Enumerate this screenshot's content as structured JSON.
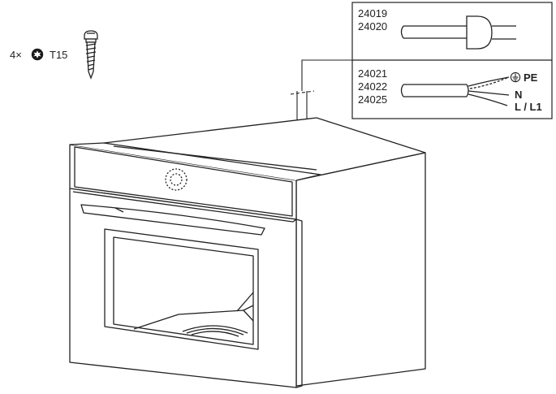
{
  "fastener": {
    "quantity": "4×",
    "drive": "T15",
    "icon": "torx-drive-icon",
    "part_icon": "screw-icon"
  },
  "plug_cable": {
    "codes": [
      "24019",
      "24020"
    ],
    "icon": "power-plug-icon"
  },
  "hardwire_cable": {
    "codes": [
      "24021",
      "24022",
      "24025"
    ],
    "terminals": [
      {
        "label": "PE",
        "icon": "ground-earth-icon"
      },
      {
        "label": "N"
      },
      {
        "label": "L / L1"
      }
    ]
  },
  "appliance": {
    "icon": "built-in-oven-illustration"
  }
}
